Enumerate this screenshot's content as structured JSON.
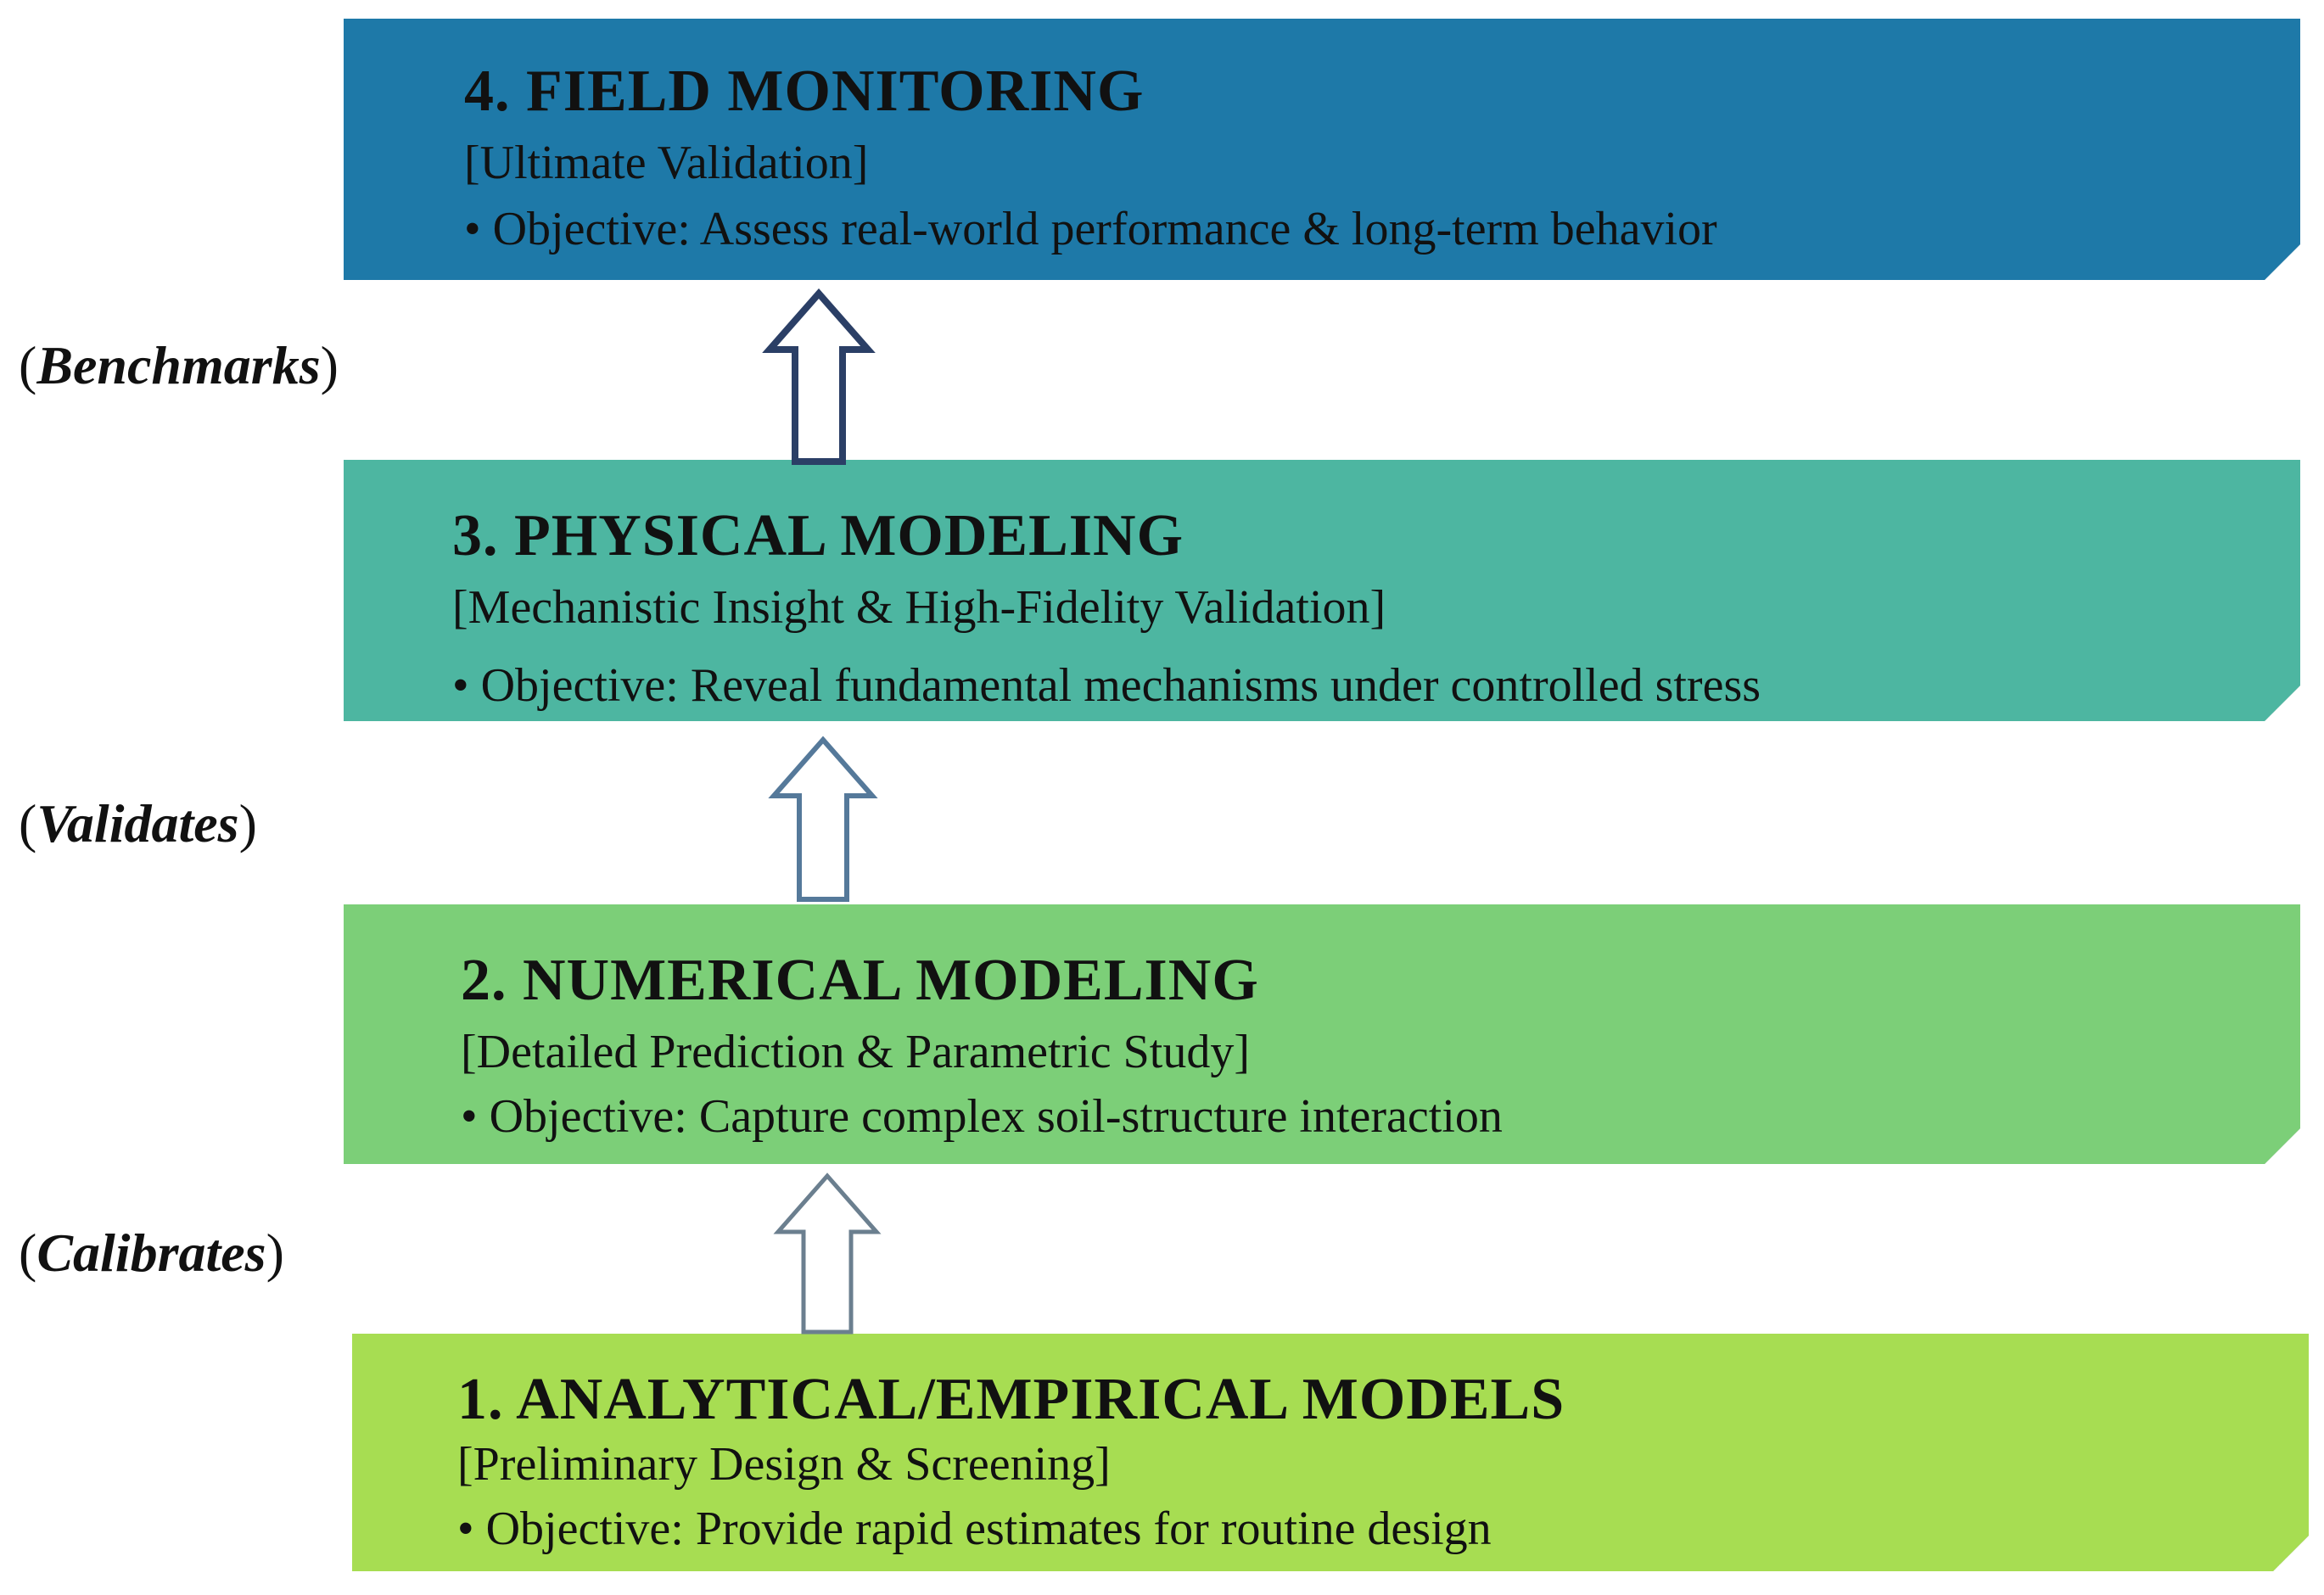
{
  "stages": [
    {
      "id": "field-monitoring",
      "title": "4. FIELD MONITORING",
      "subtitle": "[Ultimate Validation]",
      "objective": "• Objective: Assess real-world performance & long-term behavior",
      "color": "#1e79a8"
    },
    {
      "id": "physical-modeling",
      "title": "3. PHYSICAL MODELING",
      "subtitle": "[Mechanistic Insight & High-Fidelity Validation]",
      "objective": "• Objective: Reveal fundamental mechanisms under controlled stress",
      "color": "#4db6a1"
    },
    {
      "id": "numerical-modeling",
      "title": "2. NUMERICAL MODELING",
      "subtitle": "[Detailed Prediction & Parametric Study]",
      "objective": "• Objective: Capture complex soil-structure interaction",
      "color": "#7ccf78"
    },
    {
      "id": "analytical-models",
      "title": "1. ANALYTICAL/EMPIRICAL MODELS",
      "subtitle": "[Preliminary Design & Screening]",
      "objective": "• Objective: Provide rapid estimates for routine design",
      "color": "#a7dd52"
    }
  ],
  "relations": [
    {
      "word": "Benchmarks",
      "open": "(",
      "close": ")"
    },
    {
      "word": "Validates",
      "open": "(",
      "close": ")"
    },
    {
      "word": "Calibrates",
      "open": "(",
      "close": ")"
    }
  ]
}
